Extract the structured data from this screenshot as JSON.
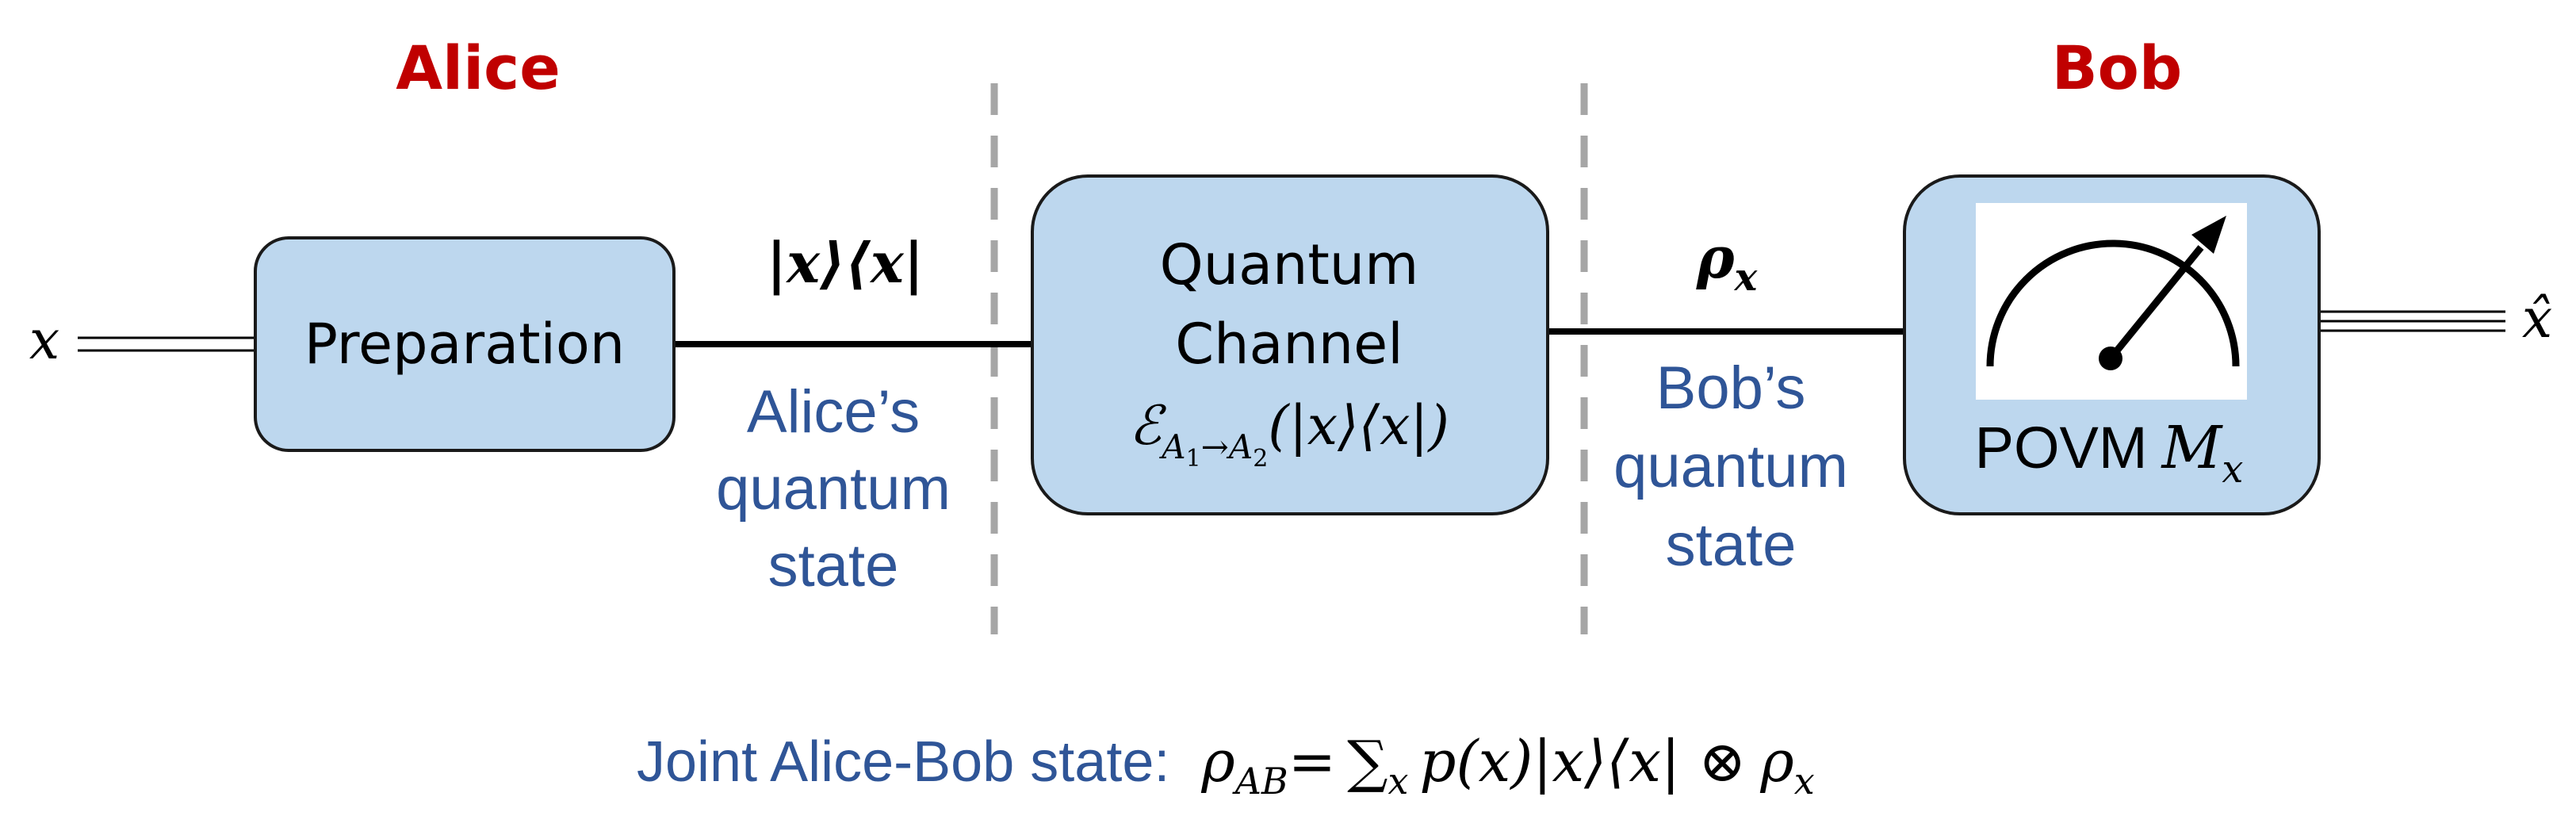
{
  "parties": {
    "alice": "Alice",
    "bob": "Bob"
  },
  "input": {
    "symbol": "x"
  },
  "output": {
    "symbol": "x̂"
  },
  "preparation": {
    "label": "Preparation"
  },
  "alice_wire": {
    "state_label": "|x⟩⟨x|",
    "caption": [
      "Alice’s",
      "quantum",
      "state"
    ]
  },
  "channel": {
    "line1": "Quantum",
    "line2": "Channel",
    "map_script": "ℰ",
    "map_sub_a1": "A",
    "map_sub_1": "1",
    "map_sub_arrow": "→",
    "map_sub_a2": "A",
    "map_sub_2": "2",
    "map_arg": "(|x⟩⟨x|)"
  },
  "bob_wire": {
    "state_symbol": "ρ",
    "state_sub": "x",
    "caption": [
      "Bob’s",
      "quantum",
      "state"
    ]
  },
  "povm": {
    "label": "POVM",
    "symbol": "M",
    "sub": "x",
    "icon": "meter-icon"
  },
  "joint": {
    "prefix": "Joint Alice-Bob state:",
    "rho": "ρ",
    "rho_sub": "AB",
    "equals": "=",
    "sum": "∑",
    "sum_sub": "x",
    "body": "p(x)|x⟩⟨x| ⊗",
    "rho2": "ρ",
    "rho2_sub": "x"
  },
  "colors": {
    "party": "#c00000",
    "caption": "#2f5597",
    "box_fill": "#bdd7ee",
    "box_stroke": "#1a1a1a",
    "divider": "#a6a6a6",
    "wire": "#000000"
  }
}
